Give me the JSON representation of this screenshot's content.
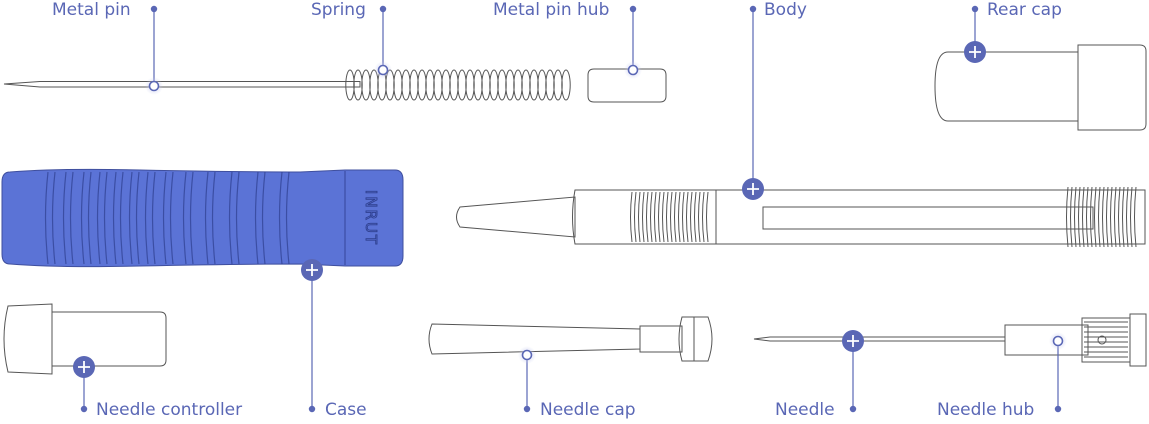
{
  "colors": {
    "accent": "#5a67b5",
    "case_fill": "#5b73d6",
    "outline": "#555555",
    "halo": "#c9cdf0"
  },
  "labels": {
    "metal_pin": "Metal pin",
    "spring": "Spring",
    "metal_pin_hub": "Metal pin hub",
    "body": "Body",
    "rear_cap": "Rear cap",
    "needle_controller": "Needle controller",
    "case": "Case",
    "needle_cap": "Needle cap",
    "needle": "Needle",
    "needle_hub": "Needle hub"
  },
  "case_logo": "INRUT",
  "icons": {
    "callout_plus": "plus-icon",
    "callout_ring": "target-ring-icon"
  }
}
